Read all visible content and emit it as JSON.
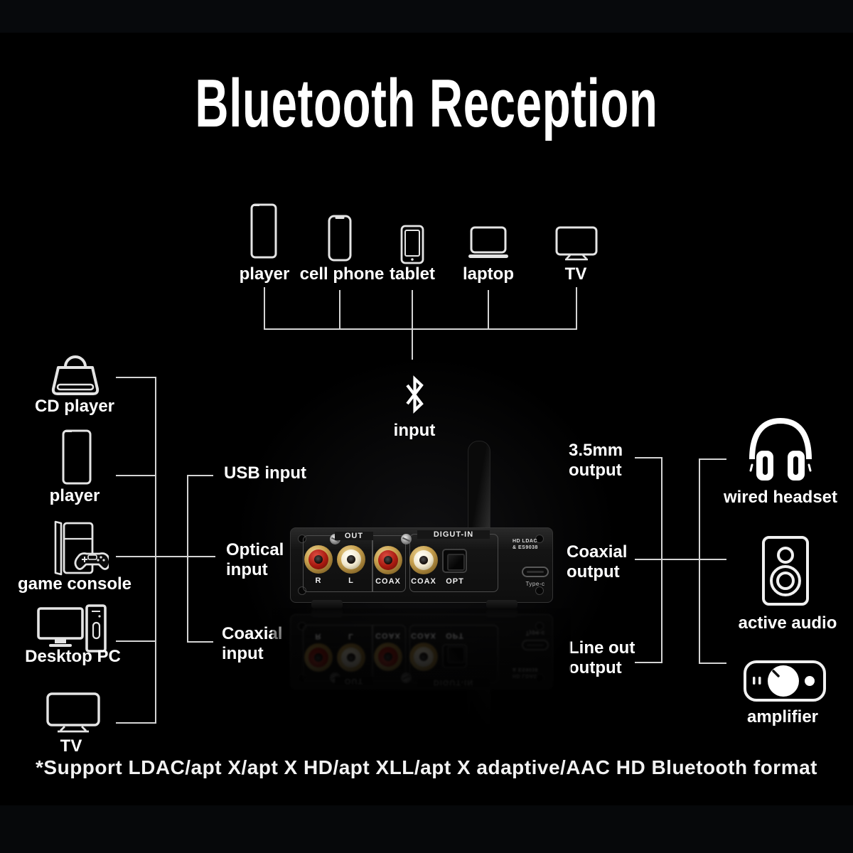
{
  "title": "Bluetooth Reception",
  "top_devices": [
    {
      "label": "player"
    },
    {
      "label": "cell phone"
    },
    {
      "label": "tablet"
    },
    {
      "label": "laptop"
    },
    {
      "label": "TV"
    }
  ],
  "bluetooth": {
    "input_label": "input"
  },
  "left_sources": [
    {
      "label": "CD player"
    },
    {
      "label": "player"
    },
    {
      "label": "game console"
    },
    {
      "label": "Desktop PC"
    },
    {
      "label": "TV"
    }
  ],
  "inputs": [
    {
      "label": "USB input"
    },
    {
      "label": "Optical\ninput"
    },
    {
      "label": "Coaxial\ninput"
    }
  ],
  "outputs": [
    {
      "label": "3.5mm\noutput"
    },
    {
      "label": "Coaxial\noutput"
    },
    {
      "label": "Line out\noutput"
    }
  ],
  "right_devices": [
    {
      "label": "wired headset"
    },
    {
      "label": "active audio"
    },
    {
      "label": "amplifier"
    }
  ],
  "device_panel": {
    "out_section_label": "OUT",
    "digital_section_label": "DIGUT-IN",
    "jack_labels": [
      "R",
      "L",
      "COAX",
      "COAX",
      "OPT"
    ],
    "badge_line1": "HD LDAC",
    "badge_line2": "& ES9038",
    "usb_port_label": "Type-c"
  },
  "footnote": "*Support LDAC/apt X/apt X HD/apt XLL/apt X adaptive/AAC HD Bluetooth format",
  "colors": {
    "background": "#000000",
    "connector_line": "#d4d4d4",
    "text": "#ffffff",
    "rca_red": "#a81a10",
    "rca_cream": "#efe6cc",
    "gold_connector": "#c9a250"
  }
}
